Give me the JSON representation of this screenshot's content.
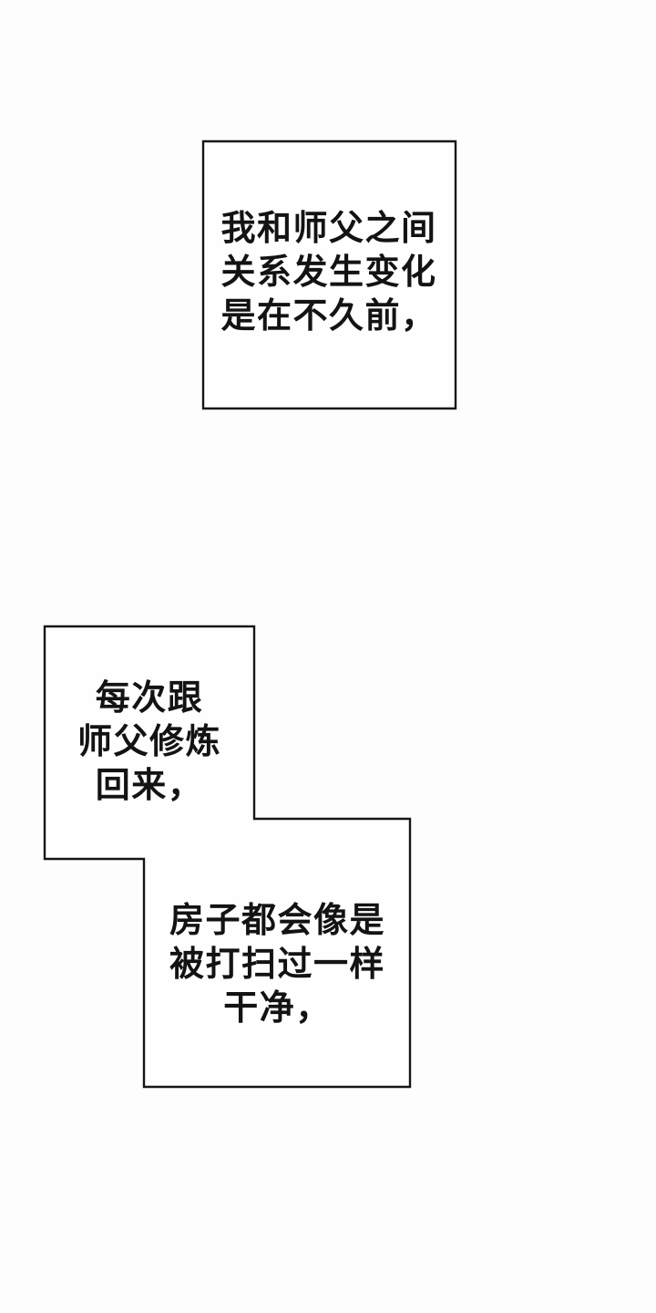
{
  "page": {
    "background_color": "#fdfdfd",
    "panel_fill_color": "#fefefe",
    "panel_border_color": "#161616"
  },
  "panels": [
    {
      "id": "narration-top",
      "shape": "rectangle",
      "lines": [
        "我和师父之间",
        "关系发生变化",
        "是在不久前，"
      ]
    },
    {
      "id": "narration-left",
      "shape": "merged-step-upper",
      "lines": [
        "每次跟",
        "师父修炼",
        "回来，"
      ]
    },
    {
      "id": "narration-bottom",
      "shape": "merged-step-lower",
      "lines": [
        "房子都会像是",
        "被打扫过一样",
        "干净，"
      ]
    }
  ]
}
